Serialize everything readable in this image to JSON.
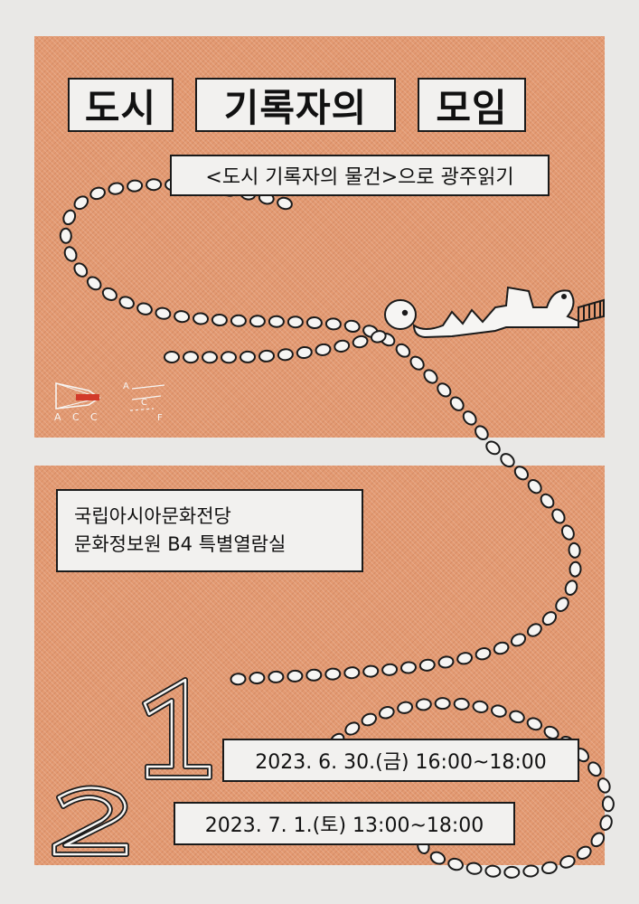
{
  "title": {
    "word1": "도시",
    "word2": "기록자의",
    "word3": "모임"
  },
  "subtitle": "<도시 기록자의 물건>으로 광주읽기",
  "venue": {
    "line1": "국립아시아문화전당",
    "line2": "문화정보원 B4 특별열람실"
  },
  "dates": [
    {
      "number": "1",
      "text": "2023. 6. 30.(금) 16:00~18:00"
    },
    {
      "number": "2",
      "text": "2023. 7. 1.(토) 13:00~18:00"
    }
  ],
  "logos": {
    "acc_letters": [
      "A",
      "C",
      "C"
    ],
    "acf_letters": [
      "A",
      "C",
      "F"
    ]
  },
  "colors": {
    "panel": "#e39a72",
    "background": "#e9e8e6",
    "box_fill": "#f2f1ef",
    "ink": "#1a1a1a",
    "logo_red": "#d23a2a"
  }
}
